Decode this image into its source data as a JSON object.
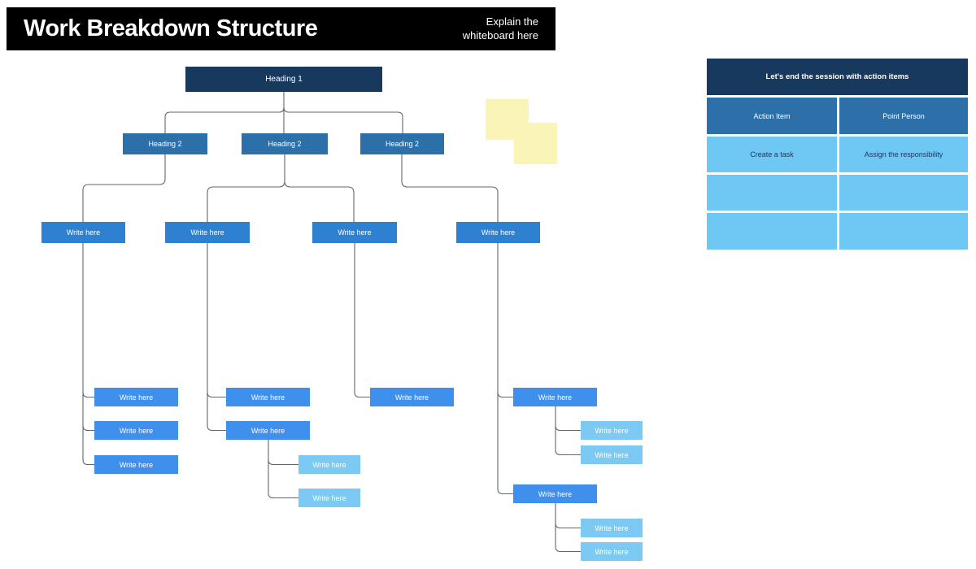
{
  "banner": {
    "title": "Work Breakdown Structure",
    "subtitle": "Explain the whiteboard here"
  },
  "colors": {
    "banner_bg": "#000000",
    "level1_navy": "#17395e",
    "level2_blue": "#2d6fa8",
    "level3_blue": "#2e80d0",
    "level4_blue": "#3e90ec",
    "level5_light_blue": "#7cc9f4",
    "table_row_light_blue": "#6fc7f3",
    "sticky_note_yellow": "#faf5b6",
    "connector_gray": "#5f6771"
  },
  "tree": {
    "nodes": [
      {
        "id": "heading-1",
        "level": 1,
        "label": "Heading 1"
      },
      {
        "id": "heading-2-a",
        "level": 2,
        "label": "Heading 2"
      },
      {
        "id": "heading-2-b",
        "level": 2,
        "label": "Heading 2"
      },
      {
        "id": "heading-2-c",
        "level": 2,
        "label": "Heading 2"
      },
      {
        "id": "write-l3-1",
        "level": 3,
        "label": "Write here"
      },
      {
        "id": "write-l3-2",
        "level": 3,
        "label": "Write here"
      },
      {
        "id": "write-l3-3",
        "level": 3,
        "label": "Write here"
      },
      {
        "id": "write-l3-4",
        "level": 3,
        "label": "Write here"
      },
      {
        "id": "write-l4-1a",
        "level": 4,
        "label": "Write here"
      },
      {
        "id": "write-l4-1b",
        "level": 4,
        "label": "Write here"
      },
      {
        "id": "write-l4-1c",
        "level": 4,
        "label": "Write here"
      },
      {
        "id": "write-l4-2a",
        "level": 4,
        "label": "Write here"
      },
      {
        "id": "write-l4-2b",
        "level": 4,
        "label": "Write here"
      },
      {
        "id": "write-l4-3a",
        "level": 4,
        "label": "Write here"
      },
      {
        "id": "write-l4-4a",
        "level": 4,
        "label": "Write here"
      },
      {
        "id": "write-l4-4b",
        "level": 4,
        "label": "Write here"
      },
      {
        "id": "write-l5-2b1",
        "level": 5,
        "label": "Write here"
      },
      {
        "id": "write-l5-2b2",
        "level": 5,
        "label": "Write here"
      },
      {
        "id": "write-l5-4a1",
        "level": 5,
        "label": "Write here"
      },
      {
        "id": "write-l5-4a2",
        "level": 5,
        "label": "Write here"
      },
      {
        "id": "write-l5-4b1",
        "level": 5,
        "label": "Write here"
      },
      {
        "id": "write-l5-4b2",
        "level": 5,
        "label": "Write here"
      }
    ]
  },
  "sticky_notes": {
    "count": 2
  },
  "table": {
    "title": "Let's end the session with action items",
    "columns": [
      "Action Item",
      "Point Person"
    ],
    "rows": [
      [
        "Create a task",
        "Assign the responsibility"
      ],
      [
        "",
        ""
      ],
      [
        "",
        ""
      ]
    ]
  }
}
